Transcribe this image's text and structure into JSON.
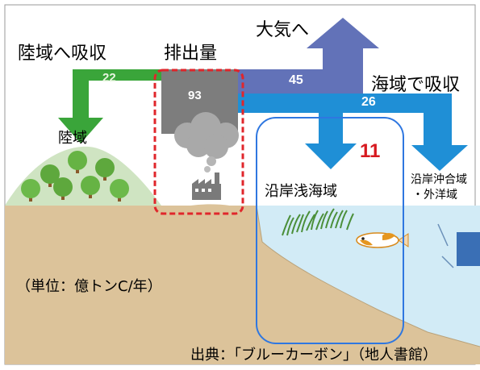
{
  "labels": {
    "land_absorption": "陸域へ吸収",
    "emissions": "排出量",
    "to_atmosphere": "大気へ",
    "ocean_absorption": "海域で吸収",
    "land": "陸域",
    "coastal_shallow": "沿岸浅海域",
    "offshore_line1": "沿岸沖合域",
    "offshore_line2": "・外洋域",
    "unit": "（単位：億トンC/年）",
    "source": "出典：「ブルーカーボン」（地人書館）"
  },
  "values": {
    "land_flux": "22",
    "emissions_total": "93",
    "atmosphere_flux": "45",
    "ocean_flux": "26",
    "coastal_flux": "11"
  },
  "colors": {
    "land_arrow": "#3aa53a",
    "atmosphere_arrow": "#6272b8",
    "ocean_arrow": "#1f8fd6",
    "emission_box": "#7d7d7d",
    "highlight_red": "#e0262b",
    "highlight_blue": "#2f77e0",
    "soil": "#dcc39a",
    "sea": "#d2ebf6",
    "grass": "#cfe4c2",
    "coastal_value": "#d7191f"
  }
}
